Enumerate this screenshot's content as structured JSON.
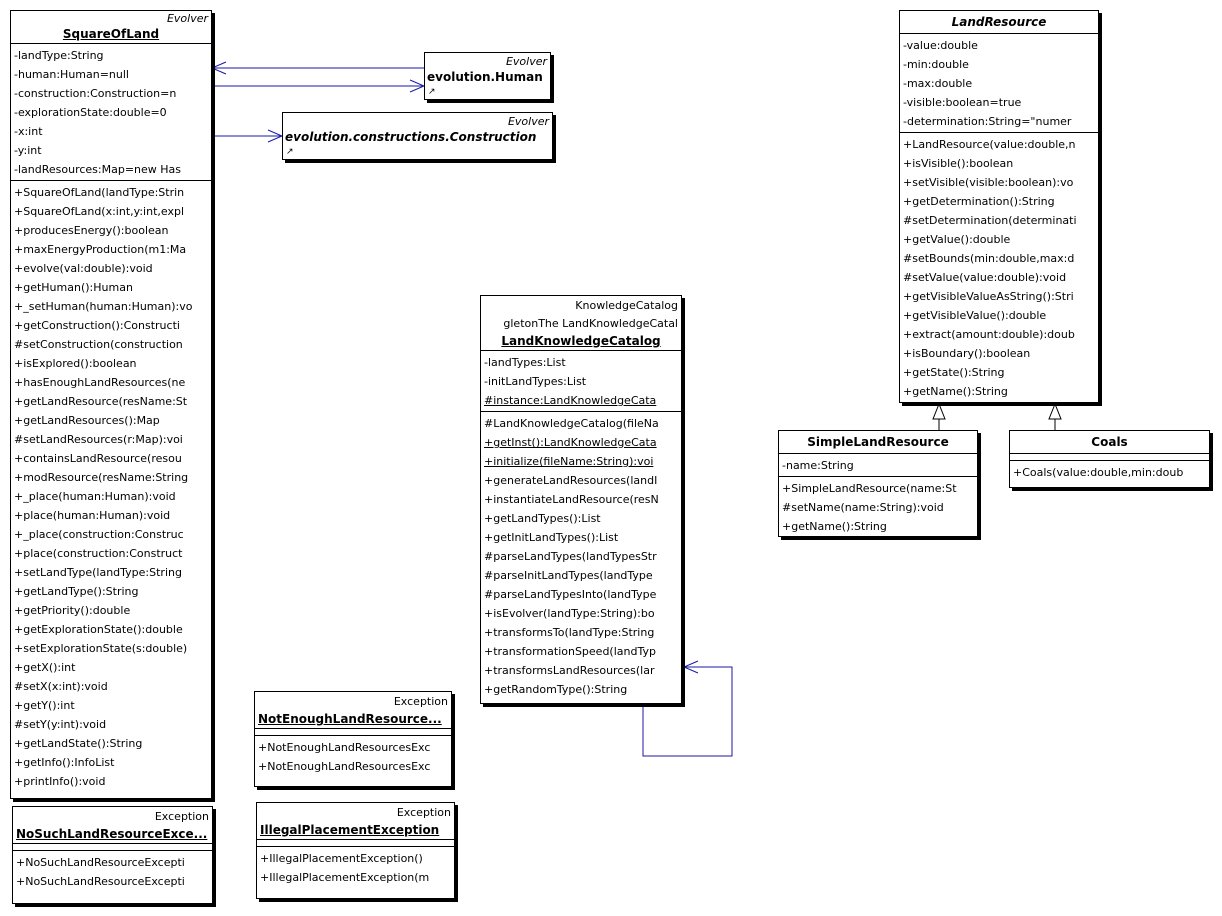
{
  "colors": {
    "link": "#1a1aa6",
    "border": "#000000",
    "background": "#ffffff"
  },
  "square_of_land": {
    "stereotype": "Evolver",
    "name": "SquareOfLand",
    "attributes": [
      "-landType:String",
      "-human:Human=null",
      "-construction:Construction=n",
      "-explorationState:double=0",
      "-x:int",
      "-y:int",
      "-landResources:Map=new Has"
    ],
    "operations": [
      "+SquareOfLand(landType:Strin",
      "+SquareOfLand(x:int,y:int,expl",
      "+producesEnergy():boolean",
      "+maxEnergyProduction(m1:Ma",
      "+evolve(val:double):void",
      "+getHuman():Human",
      "+_setHuman(human:Human):vo",
      "+getConstruction():Constructi",
      "#setConstruction(construction",
      "+isExplored():boolean",
      "+hasEnoughLandResources(ne",
      "+getLandResource(resName:St",
      "+getLandResources():Map",
      "#setLandResources(r:Map):voi",
      "+containsLandResource(resou",
      "+modResource(resName:String",
      "+_place(human:Human):void",
      "+place(human:Human):void",
      "+_place(construction:Construc",
      "+place(construction:Construct",
      "+setLandType(landType:String",
      "+getLandType():String",
      "+getPriority():double",
      "+getExplorationState():double",
      "+setExplorationState(s:double)",
      "+getX():int",
      "#setX(x:int):void",
      "+getY():int",
      "#setY(y:int):void",
      "+getLandState():String",
      "+getInfo():InfoList",
      "+printInfo():void"
    ]
  },
  "human_ref": {
    "stereotype": "Evolver",
    "name": "evolution.Human",
    "link_glyph": "↗"
  },
  "construction_ref": {
    "stereotype": "Evolver",
    "name": "evolution.constructions.Construction",
    "link_glyph": "↗"
  },
  "land_knowledge_catalog": {
    "stereotype": "KnowledgeCatalog",
    "note": "gletonThe LandKnowledgeCatal",
    "name": "LandKnowledgeCatalog",
    "attributes": [
      {
        "text": "-landTypes:List",
        "static": false
      },
      {
        "text": "-initLandTypes:List",
        "static": false
      },
      {
        "text": "#instance:LandKnowledgeCata",
        "static": true
      }
    ],
    "operations": [
      {
        "text": "#LandKnowledgeCatalog(fileNa",
        "static": false
      },
      {
        "text": "+getInst():LandKnowledgeCata",
        "static": true
      },
      {
        "text": "+initialize(fileName:String):voi",
        "static": true
      },
      {
        "text": "+generateLandResources(landI",
        "static": false
      },
      {
        "text": "+instantiateLandResource(resN",
        "static": false
      },
      {
        "text": "+getLandTypes():List",
        "static": false
      },
      {
        "text": "+getInitLandTypes():List",
        "static": false
      },
      {
        "text": "#parseLandTypes(landTypesStr",
        "static": false
      },
      {
        "text": "#parseInitLandTypes(landType",
        "static": false
      },
      {
        "text": "#parseLandTypesInto(landType",
        "static": false
      },
      {
        "text": "+isEvolver(landType:String):bo",
        "static": false
      },
      {
        "text": "+transformsTo(landType:String",
        "static": false
      },
      {
        "text": "+transformationSpeed(landTyp",
        "static": false
      },
      {
        "text": "+transformsLandResources(lar",
        "static": false
      },
      {
        "text": "+getRandomType():String",
        "static": false
      }
    ]
  },
  "land_resource": {
    "name": "LandResource",
    "attributes": [
      "-value:double",
      "-min:double",
      "-max:double",
      "-visible:boolean=true",
      "-determination:String=\"numer"
    ],
    "operations": [
      "+LandResource(value:double,n",
      "+isVisible():boolean",
      "+setVisible(visible:boolean):vo",
      "+getDetermination():String",
      "#setDetermination(determinati",
      "+getValue():double",
      "#setBounds(min:double,max:d",
      "#setValue(value:double):void",
      "+getVisibleValueAsString():Stri",
      "+getVisibleValue():double",
      "+extract(amount:double):doub",
      "+isBoundary():boolean",
      "+getState():String",
      "+getName():String"
    ]
  },
  "simple_land_resource": {
    "name": "SimpleLandResource",
    "attributes": [
      "-name:String"
    ],
    "operations": [
      "+SimpleLandResource(name:St",
      "#setName(name:String):void",
      "+getName():String"
    ]
  },
  "coals": {
    "name": "Coals",
    "operations": [
      "+Coals(value:double,min:doub"
    ]
  },
  "not_enough_exception": {
    "stereotype": "Exception",
    "name": "NotEnoughLandResource...",
    "operations": [
      "+NotEnoughLandResourcesExc",
      "+NotEnoughLandResourcesExc"
    ]
  },
  "no_such_exception": {
    "stereotype": "Exception",
    "name": "NoSuchLandResourceExce...",
    "operations": [
      "+NoSuchLandResourceExcepti",
      "+NoSuchLandResourceExcepti"
    ]
  },
  "illegal_placement_exception": {
    "stereotype": "Exception",
    "name": "IllegalPlacementException",
    "operations": [
      "+IllegalPlacementException()",
      "+IllegalPlacementException(m"
    ]
  }
}
